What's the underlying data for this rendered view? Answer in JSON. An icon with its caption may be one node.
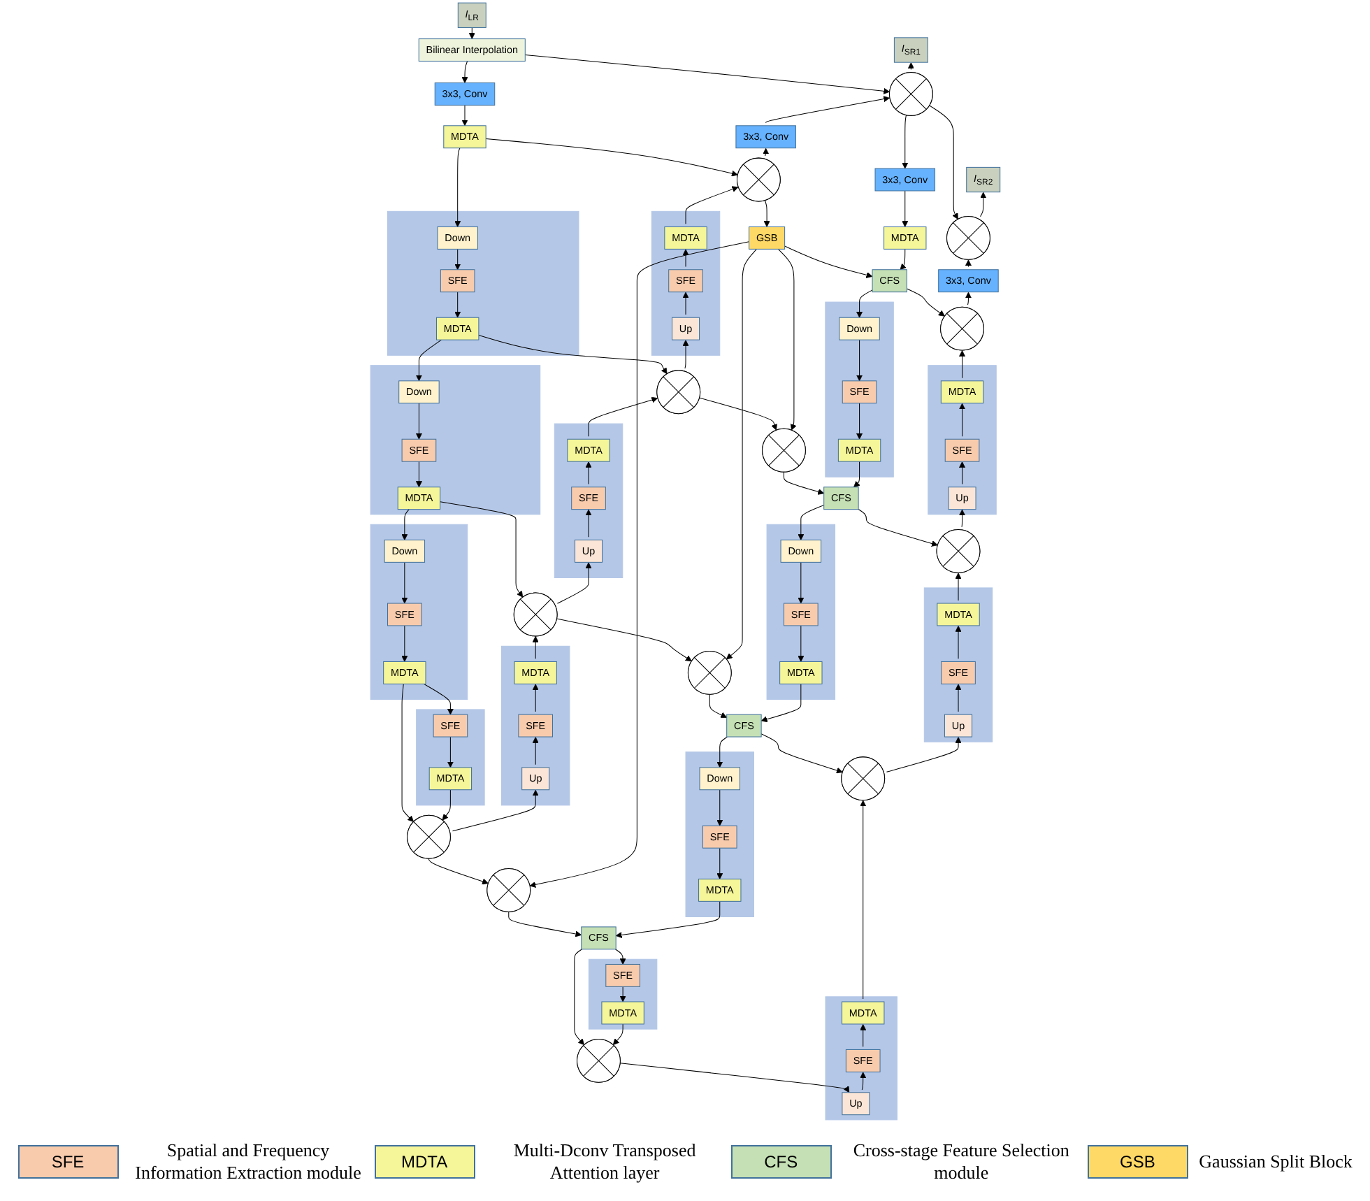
{
  "diagram": {
    "nodes": [
      {
        "text": [
          "*I*$_{LR}$"
        ]
      },
      {
        "text": [
          "Bilinear Interpolation"
        ]
      },
      {
        "text": [
          "3x3, Conv"
        ]
      },
      {
        "text": [
          "MDTA"
        ]
      },
      {
        "text": [],
        "shape": "box"
      },
      {
        "text": [
          "Down"
        ],
        "in": 4
      },
      {
        "text": [
          "SFE"
        ],
        "in": 4
      },
      {
        "text": [
          "MDTA"
        ],
        "in": 4
      },
      {
        "text": [],
        "shape": "box"
      },
      {
        "text": [
          "Down"
        ],
        "in": 8
      },
      {
        "text": [
          "SFE"
        ],
        "in": 8
      },
      {
        "text": [
          "MDTA"
        ],
        "in": 8
      },
      {
        "text": [],
        "shape": "box"
      },
      {
        "text": [
          "Down"
        ],
        "in": 12
      },
      {
        "text": [
          "SFE"
        ],
        "in": 12
      },
      {
        "text": [
          "MDTA"
        ],
        "in": 12
      },
      {
        "text": [],
        "shape": "box"
      },
      {
        "text": [
          "SFE"
        ],
        "in": 16
      },
      {
        "text": [
          "MDTA"
        ],
        "in": 16
      },
      {
        "text": [
          "*I*$_{SR1}$"
        ]
      },
      {
        "text": [],
        "shape": "circle"
      },
      {
        "text": [
          "3x3, Conv"
        ]
      },
      {
        "text": [],
        "shape": "circle"
      },
      {
        "text": [],
        "shape": "box"
      },
      {
        "text": [
          "MDTA"
        ],
        "in": 23
      },
      {
        "text": [
          "SFE"
        ],
        "in": 23
      },
      {
        "text": [
          "Up"
        ],
        "in": 23
      },
      {
        "text": [],
        "shape": "circle"
      },
      {
        "text": [],
        "shape": "box"
      },
      {
        "text": [
          "MDTA"
        ],
        "in": 28
      },
      {
        "text": [
          "SFE"
        ],
        "in": 28
      },
      {
        "text": [
          "Up"
        ],
        "in": 28
      },
      {
        "text": [],
        "shape": "circle"
      },
      {
        "text": [],
        "shape": "box"
      },
      {
        "text": [
          "MDTA"
        ],
        "in": 33
      },
      {
        "text": [
          "SFE"
        ],
        "in": 33
      },
      {
        "text": [
          "Up"
        ],
        "in": 33
      },
      {
        "text": [],
        "shape": "circle"
      },
      {
        "text": [
          "GSB"
        ]
      },
      {
        "text": [],
        "shape": "circle"
      },
      {
        "text": [],
        "shape": "circle"
      },
      {
        "text": [],
        "shape": "circle"
      },
      {
        "text": [
          "3x3, Conv"
        ]
      },
      {
        "text": [
          "MDTA"
        ]
      },
      {
        "text": [
          "CFS"
        ]
      },
      {
        "text": [],
        "shape": "box"
      },
      {
        "text": [
          "Down"
        ],
        "in": 45
      },
      {
        "text": [
          "SFE"
        ],
        "in": 45
      },
      {
        "text": [
          "MDTA"
        ],
        "in": 45
      },
      {
        "text": [
          "CFS"
        ]
      },
      {
        "text": [],
        "shape": "box"
      },
      {
        "text": [
          "Down"
        ],
        "in": 50
      },
      {
        "text": [
          "SFE"
        ],
        "in": 50
      },
      {
        "text": [
          "MDTA"
        ],
        "in": 50
      },
      {
        "text": [
          "CFS"
        ]
      },
      {
        "text": [],
        "shape": "box"
      },
      {
        "text": [
          "Down"
        ],
        "in": 55
      },
      {
        "text": [
          "SFE"
        ],
        "in": 55
      },
      {
        "text": [
          "MDTA"
        ],
        "in": 55
      },
      {
        "text": [
          "CFS"
        ]
      },
      {
        "text": [],
        "shape": "box"
      },
      {
        "text": [
          "SFE"
        ],
        "in": 60
      },
      {
        "text": [
          "MDTA"
        ],
        "in": 60
      },
      {
        "text": [
          "*I*$_{SR2}$"
        ]
      },
      {
        "text": [],
        "shape": "circle"
      },
      {
        "text": [
          "3x3, Conv"
        ]
      },
      {
        "text": [],
        "shape": "circle"
      },
      {
        "text": [],
        "shape": "box"
      },
      {
        "text": [
          "MDTA"
        ],
        "in": 67
      },
      {
        "text": [
          "SFE"
        ],
        "in": 67
      },
      {
        "text": [
          "Up"
        ],
        "in": 67
      },
      {
        "text": [],
        "shape": "circle"
      },
      {
        "text": [],
        "shape": "box"
      },
      {
        "text": [
          "MDTA"
        ],
        "in": 72
      },
      {
        "text": [
          "SFE"
        ],
        "in": 72
      },
      {
        "text": [
          "Up"
        ],
        "in": 72
      },
      {
        "text": [],
        "shape": "circle"
      },
      {
        "text": [],
        "shape": "box"
      },
      {
        "text": [
          "MDTA"
        ],
        "in": 77
      },
      {
        "text": [
          "SFE"
        ],
        "in": 77
      },
      {
        "text": [
          "Up"
        ],
        "in": 77
      },
      {
        "text": [],
        "shape": "circle"
      }
    ],
    "edges": [
      {
        "from": 0,
        "to": 1,
        "arrow": "to"
      },
      {
        "from": 1,
        "to": 2,
        "arrow": "to"
      },
      {
        "from": 1,
        "to": 20,
        "arrow": "to"
      },
      {
        "from": 2,
        "to": 3,
        "arrow": "to"
      },
      {
        "from": 3,
        "to": 5,
        "arrow": "to"
      },
      {
        "from": 3,
        "to": 22,
        "arrow": "to"
      },
      {
        "from": 5,
        "to": 6,
        "arrow": "to"
      },
      {
        "from": 6,
        "to": 7,
        "arrow": "to"
      },
      {
        "from": 7,
        "to": 9,
        "arrow": "to"
      },
      {
        "from": 7,
        "to": 27,
        "arrow": "to"
      },
      {
        "from": 9,
        "to": 10,
        "arrow": "to"
      },
      {
        "from": 10,
        "to": 11,
        "arrow": "to"
      },
      {
        "from": 11,
        "to": 13,
        "arrow": "to"
      },
      {
        "from": 11,
        "to": 32,
        "arrow": "to"
      },
      {
        "from": 13,
        "to": 14,
        "arrow": "to"
      },
      {
        "from": 14,
        "to": 15,
        "arrow": "to"
      },
      {
        "from": 15,
        "to": 17,
        "arrow": "to"
      },
      {
        "from": 15,
        "to": 37,
        "arrow": "to"
      },
      {
        "from": 17,
        "to": 18,
        "arrow": "to"
      },
      {
        "from": 18,
        "to": 37,
        "arrow": "to"
      },
      {
        "from": 37,
        "to": 36,
        "arrow": "to"
      },
      {
        "from": 36,
        "to": 35,
        "arrow": "to"
      },
      {
        "from": 35,
        "to": 34,
        "arrow": "to"
      },
      {
        "from": 34,
        "to": 32,
        "arrow": "to"
      },
      {
        "from": 32,
        "to": 31,
        "arrow": "to"
      },
      {
        "from": 31,
        "to": 30,
        "arrow": "to"
      },
      {
        "from": 30,
        "to": 29,
        "arrow": "to"
      },
      {
        "from": 29,
        "to": 27,
        "arrow": "to"
      },
      {
        "from": 27,
        "to": 26,
        "arrow": "to"
      },
      {
        "from": 26,
        "to": 25,
        "arrow": "to"
      },
      {
        "from": 25,
        "to": 24,
        "arrow": "to"
      },
      {
        "from": 24,
        "to": 22,
        "arrow": "to"
      },
      {
        "from": 22,
        "to": 21,
        "arrow": "to"
      },
      {
        "from": 21,
        "to": 20,
        "arrow": "to"
      },
      {
        "from": 20,
        "to": 19,
        "arrow": "to"
      },
      {
        "from": 22,
        "to": 38,
        "arrow": "to"
      },
      {
        "from": 27,
        "to": 39,
        "arrow": "to"
      },
      {
        "from": 32,
        "to": 40,
        "arrow": "to"
      },
      {
        "from": 37,
        "to": 41,
        "arrow": "to"
      },
      {
        "from": 38,
        "to": 44,
        "arrow": "to"
      },
      {
        "from": 38,
        "to": 39,
        "arrow": "to"
      },
      {
        "from": 38,
        "to": 40,
        "arrow": "to"
      },
      {
        "from": 38,
        "to": 41,
        "arrow": "to"
      },
      {
        "from": 39,
        "to": 49,
        "arrow": "to"
      },
      {
        "from": 40,
        "to": 54,
        "arrow": "to"
      },
      {
        "from": 41,
        "to": 59,
        "arrow": "to"
      },
      {
        "from": 20,
        "to": 42,
        "arrow": "to"
      },
      {
        "from": 20,
        "to": 64,
        "arrow": "to"
      },
      {
        "from": 42,
        "to": 43,
        "arrow": "to"
      },
      {
        "from": 43,
        "to": 44,
        "arrow": "to"
      },
      {
        "from": 44,
        "to": 46,
        "arrow": "to"
      },
      {
        "from": 44,
        "to": 66,
        "arrow": "to"
      },
      {
        "from": 46,
        "to": 47,
        "arrow": "to"
      },
      {
        "from": 47,
        "to": 48,
        "arrow": "to"
      },
      {
        "from": 48,
        "to": 49,
        "arrow": "to"
      },
      {
        "from": 49,
        "to": 51,
        "arrow": "to"
      },
      {
        "from": 49,
        "to": 71,
        "arrow": "to"
      },
      {
        "from": 51,
        "to": 52,
        "arrow": "to"
      },
      {
        "from": 52,
        "to": 53,
        "arrow": "to"
      },
      {
        "from": 53,
        "to": 54,
        "arrow": "to"
      },
      {
        "from": 54,
        "to": 56,
        "arrow": "to"
      },
      {
        "from": 54,
        "to": 76,
        "arrow": "to"
      },
      {
        "from": 56,
        "to": 57,
        "arrow": "to"
      },
      {
        "from": 57,
        "to": 58,
        "arrow": "to"
      },
      {
        "from": 58,
        "to": 59,
        "arrow": "to"
      },
      {
        "from": 59,
        "to": 61,
        "arrow": "to"
      },
      {
        "from": 59,
        "to": 81,
        "arrow": "to"
      },
      {
        "from": 61,
        "to": 62,
        "arrow": "to"
      },
      {
        "from": 62,
        "to": 81,
        "arrow": "to"
      },
      {
        "from": 81,
        "to": 80,
        "arrow": "to"
      },
      {
        "from": 80,
        "to": 79,
        "arrow": "to"
      },
      {
        "from": 79,
        "to": 78,
        "arrow": "to"
      },
      {
        "from": 78,
        "to": 76,
        "arrow": "to"
      },
      {
        "from": 76,
        "to": 75,
        "arrow": "to"
      },
      {
        "from": 75,
        "to": 74,
        "arrow": "to"
      },
      {
        "from": 74,
        "to": 73,
        "arrow": "to"
      },
      {
        "from": 73,
        "to": 71,
        "arrow": "to"
      },
      {
        "from": 71,
        "to": 70,
        "arrow": "to"
      },
      {
        "from": 70,
        "to": 69,
        "arrow": "to"
      },
      {
        "from": 69,
        "to": 68,
        "arrow": "to"
      },
      {
        "from": 68,
        "to": 66,
        "arrow": "to"
      },
      {
        "from": 66,
        "to": 65,
        "arrow": "to"
      },
      {
        "from": 65,
        "to": 64,
        "arrow": "to"
      },
      {
        "from": 64,
        "to": 63,
        "arrow": "to"
      }
    ],
    "labels": [
      "SFE",
      "MDTA",
      "CFS",
      "GSB"
    ],
    "legend": [
      {
        "text": "Spatial and Frequency Information Extraction module",
        "color": "#f8cbad"
      },
      {
        "text": "Multi-Dconv Transposed Attention layer",
        "color": "#f5f59a"
      },
      {
        "text": "Cross-stage Feature Selection module",
        "color": "#c5e0b4"
      },
      {
        "text": "Gaussian Split Block",
        "color": "#ffd966"
      }
    ]
  }
}
